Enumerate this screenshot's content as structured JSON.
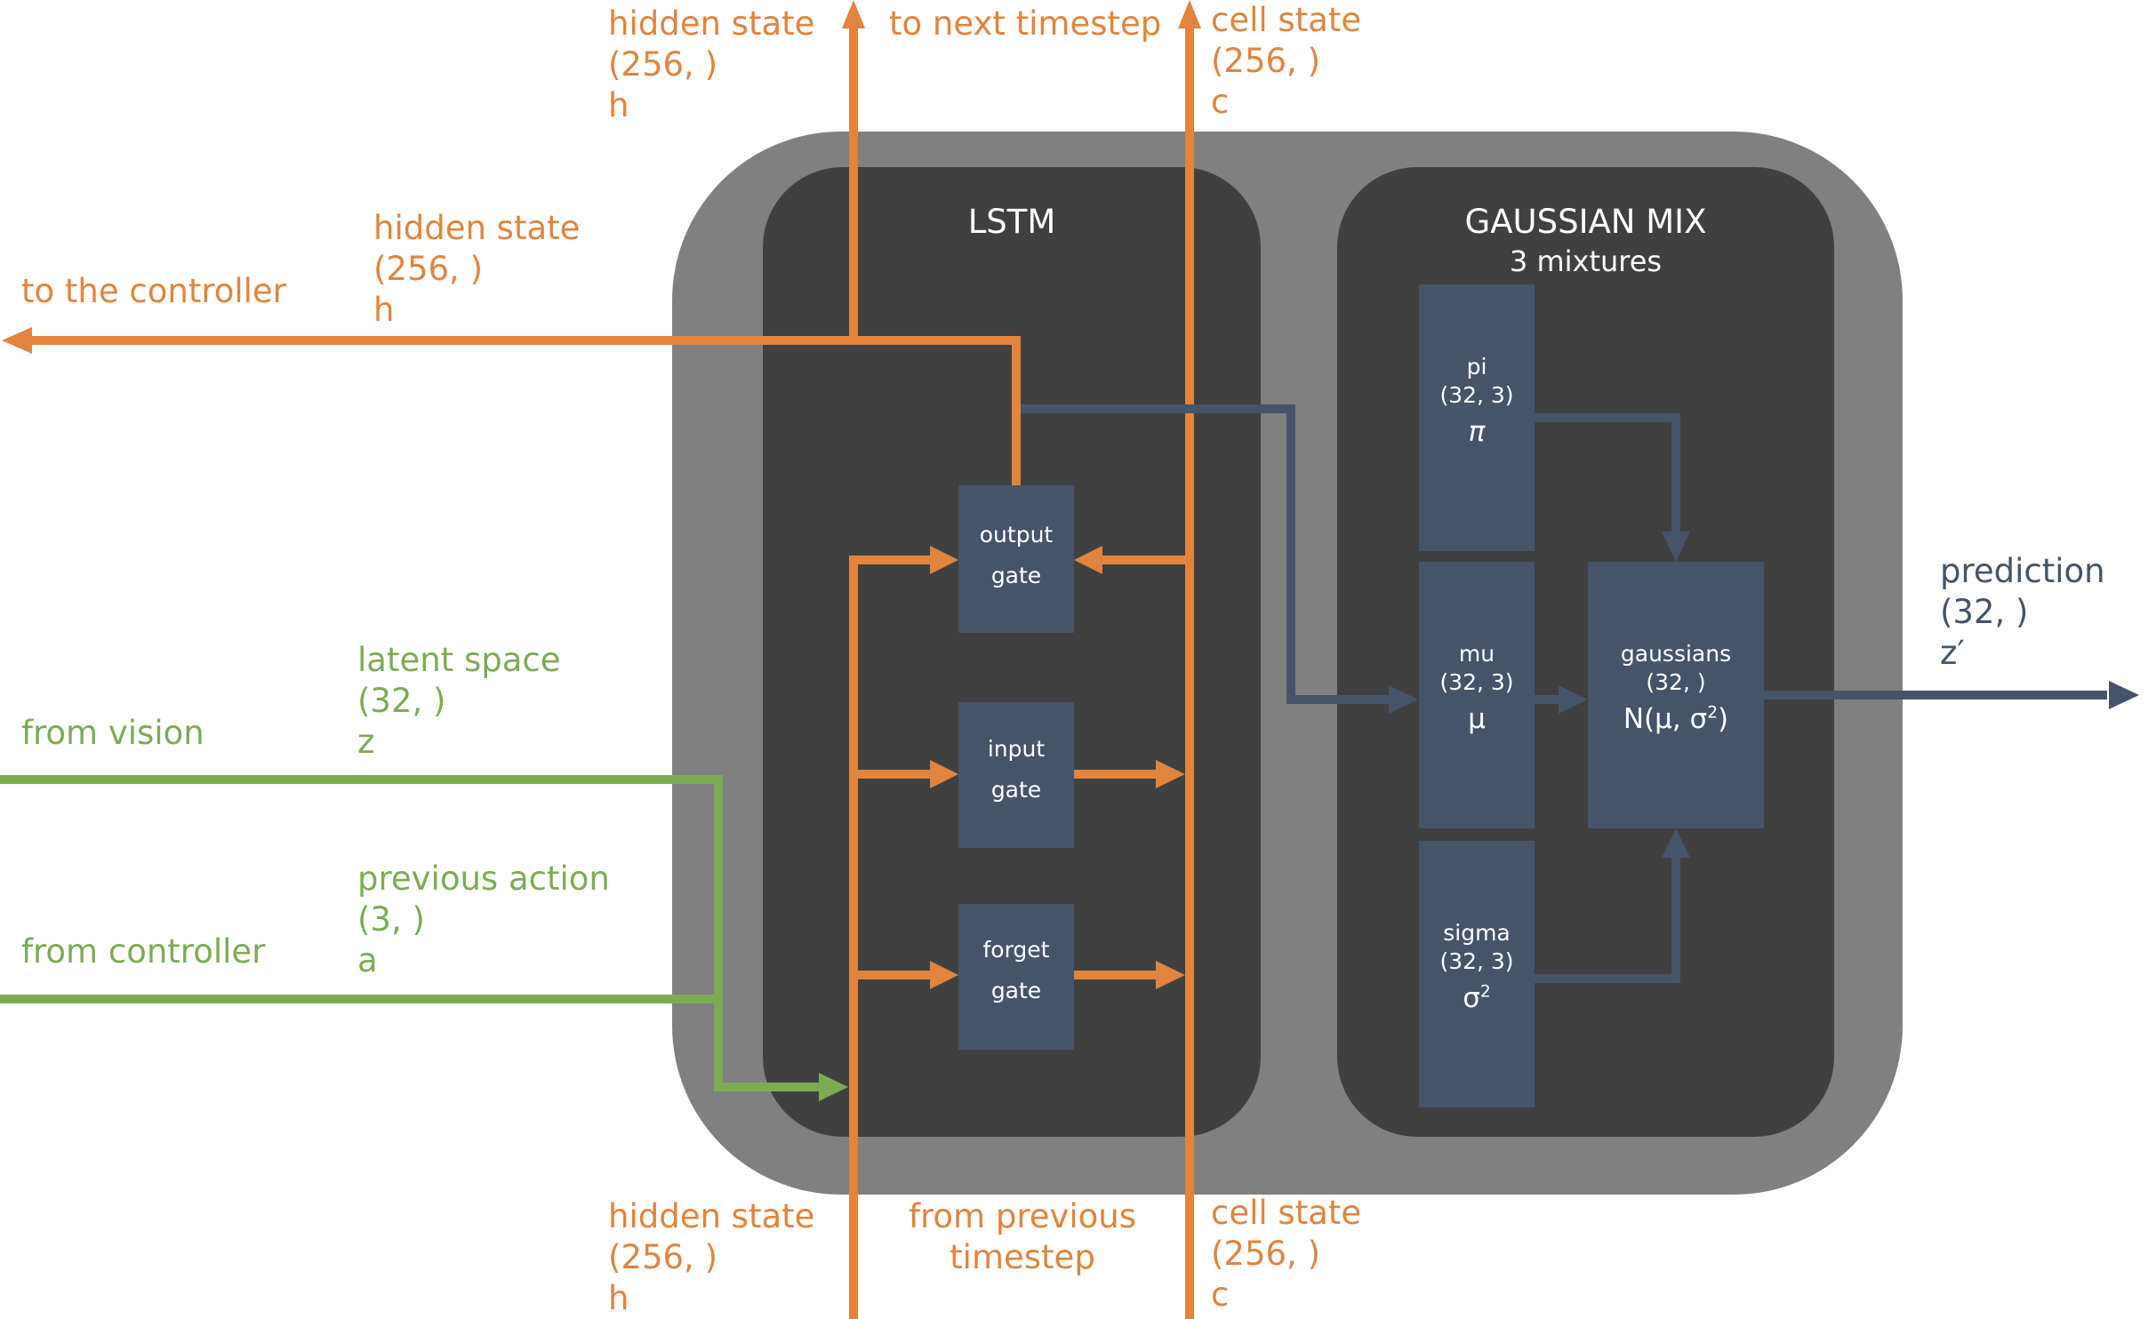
{
  "colors": {
    "hidden_state": "#e0843f",
    "input": "#7dab55",
    "gmm_flow": "#46546a",
    "outer_box": "#808080",
    "inner_box": "#404040",
    "node": "#46546a",
    "node_text": "#ffffff"
  },
  "top": {
    "hidden_state_out": {
      "title": "hidden state",
      "shape": "(256, )",
      "symbol": "h"
    },
    "next_timestep_label": "to next timestep",
    "cell_state_out": {
      "title": "cell state",
      "shape": "(256, )",
      "symbol": "c"
    }
  },
  "left": {
    "to_controller_label": "to the controller",
    "hidden_state_controller": {
      "title": "hidden state",
      "shape": "(256, )",
      "symbol": "h"
    },
    "from_vision_label": "from vision",
    "latent": {
      "title": "latent space",
      "shape": "(32, )",
      "symbol": "z"
    },
    "from_controller_label": "from controller",
    "action": {
      "title": "previous action",
      "shape": "(3, )",
      "symbol": "a"
    }
  },
  "bottom": {
    "hidden_state_in": {
      "title": "hidden state",
      "shape": "(256, )",
      "symbol": "h"
    },
    "prev_timestep_label_1": "from previous",
    "prev_timestep_label_2": "timestep",
    "cell_state_in": {
      "title": "cell state",
      "shape": "(256, )",
      "symbol": "c"
    }
  },
  "lstm": {
    "title": "LSTM",
    "gates": [
      {
        "line1": "output",
        "line2": "gate"
      },
      {
        "line1": "input",
        "line2": "gate"
      },
      {
        "line1": "forget",
        "line2": "gate"
      }
    ]
  },
  "gmm": {
    "title": "GAUSSIAN MIX",
    "subtitle": "3 mixtures",
    "pi": {
      "name": "pi",
      "shape": "(32, 3)",
      "symbol": "π"
    },
    "mu": {
      "name": "mu",
      "shape": "(32, 3)",
      "symbol": "μ"
    },
    "sigma": {
      "name": "sigma",
      "shape": "(32, 3)",
      "symbol": "σ",
      "exponent": "2"
    },
    "gaussians": {
      "name": "gaussians",
      "shape": "(32, )",
      "formula_prefix": "N(μ, σ",
      "formula_exp": "2",
      "formula_suffix": ")"
    }
  },
  "output": {
    "prediction": {
      "title": "prediction",
      "shape": "(32, )",
      "symbol": "z′"
    }
  }
}
